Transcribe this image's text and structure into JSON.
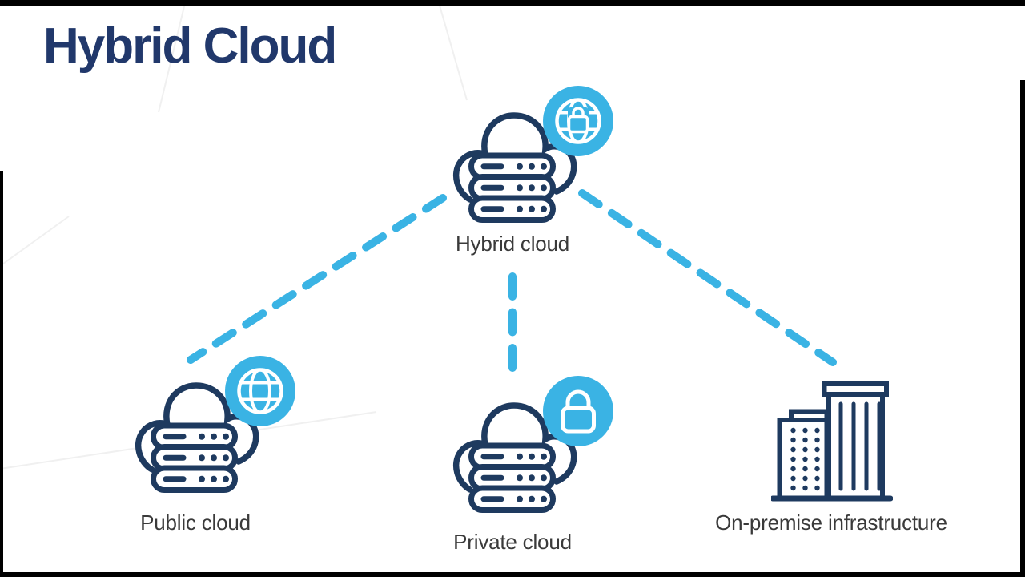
{
  "header": {
    "title": "Hybrid Cloud"
  },
  "colors": {
    "accent_blue": "#3ab3e4",
    "outline_navy": "#1e3a5f",
    "title_navy": "#21386b",
    "label_gray": "#3a3a3a",
    "background": "#ffffff",
    "letterbox": "#000000"
  },
  "diagram": {
    "nodes": [
      {
        "id": "hybrid-cloud",
        "label": "Hybrid cloud",
        "icon": "cloud-servers-icon",
        "badge": "globe-lock-icon"
      },
      {
        "id": "public-cloud",
        "label": "Public cloud",
        "icon": "cloud-servers-icon",
        "badge": "globe-icon"
      },
      {
        "id": "private-cloud",
        "label": "Private cloud",
        "icon": "cloud-servers-icon",
        "badge": "lock-icon"
      },
      {
        "id": "on-premise",
        "label": "On-premise infrastructure",
        "icon": "buildings-icon",
        "badge": null
      }
    ],
    "connections": [
      {
        "from": "hybrid-cloud",
        "to": "public-cloud",
        "style": "dashed"
      },
      {
        "from": "hybrid-cloud",
        "to": "private-cloud",
        "style": "dashed"
      },
      {
        "from": "hybrid-cloud",
        "to": "on-premise",
        "style": "dashed"
      }
    ]
  }
}
